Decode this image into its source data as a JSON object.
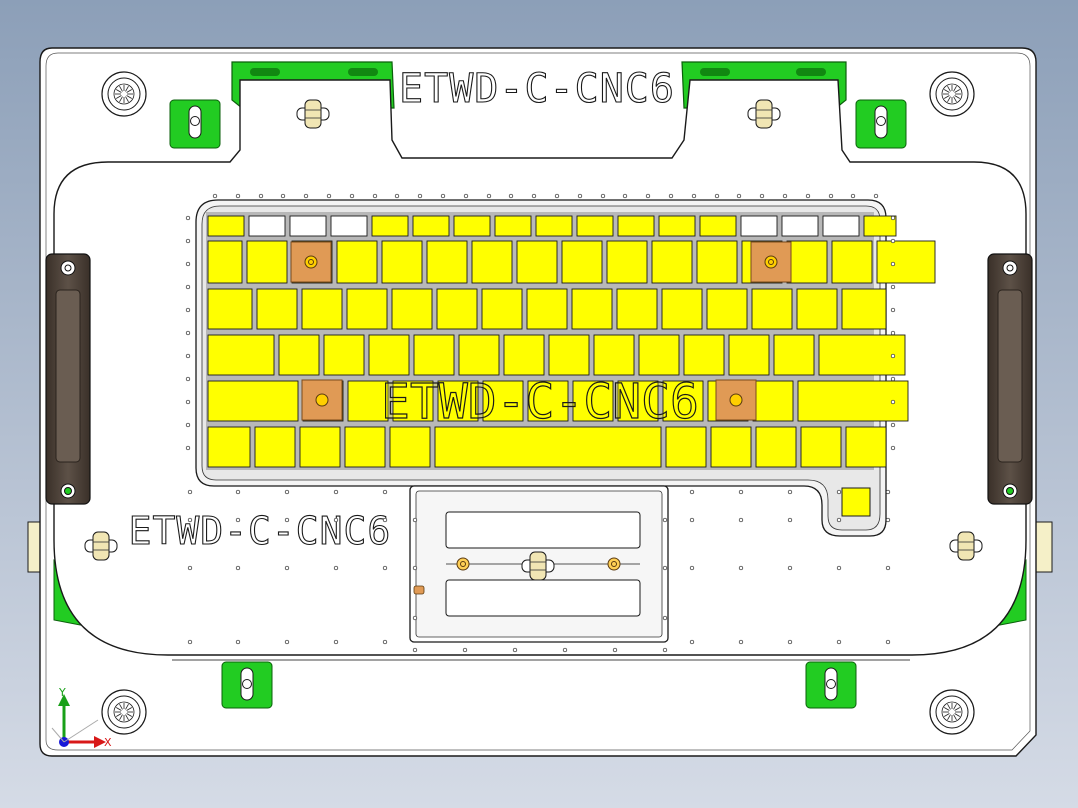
{
  "viewport": {
    "background_top": "#8c9fb8",
    "background_bottom": "#d5dbe6"
  },
  "engravings": {
    "top_label": "ETWD-C-CNC6",
    "left_label": "ETWD-C-CNC6",
    "center_label": "ETWD-C-CNC6"
  },
  "triad": {
    "x_label": "X",
    "y_label": "Y"
  },
  "colors": {
    "plate_fill": "#ffffff",
    "outline": "#1a1a1a",
    "key_yellow": "#ffff00",
    "locator_orange": "#e09a55",
    "clamp_green": "#22cc22",
    "clamp_dark_green": "#118811",
    "handle_brown": "#4a3f35",
    "side_tab": "#f5f0c8",
    "axis_x": "#d81818",
    "axis_y": "#18a018",
    "axis_z": "#1818d8"
  },
  "icons": {
    "mounting_screw": "mounting-screw-icon",
    "dowel_pin": "dowel-pin-icon",
    "hex_nut": "hex-nut-icon",
    "handle": "handle-icon"
  }
}
